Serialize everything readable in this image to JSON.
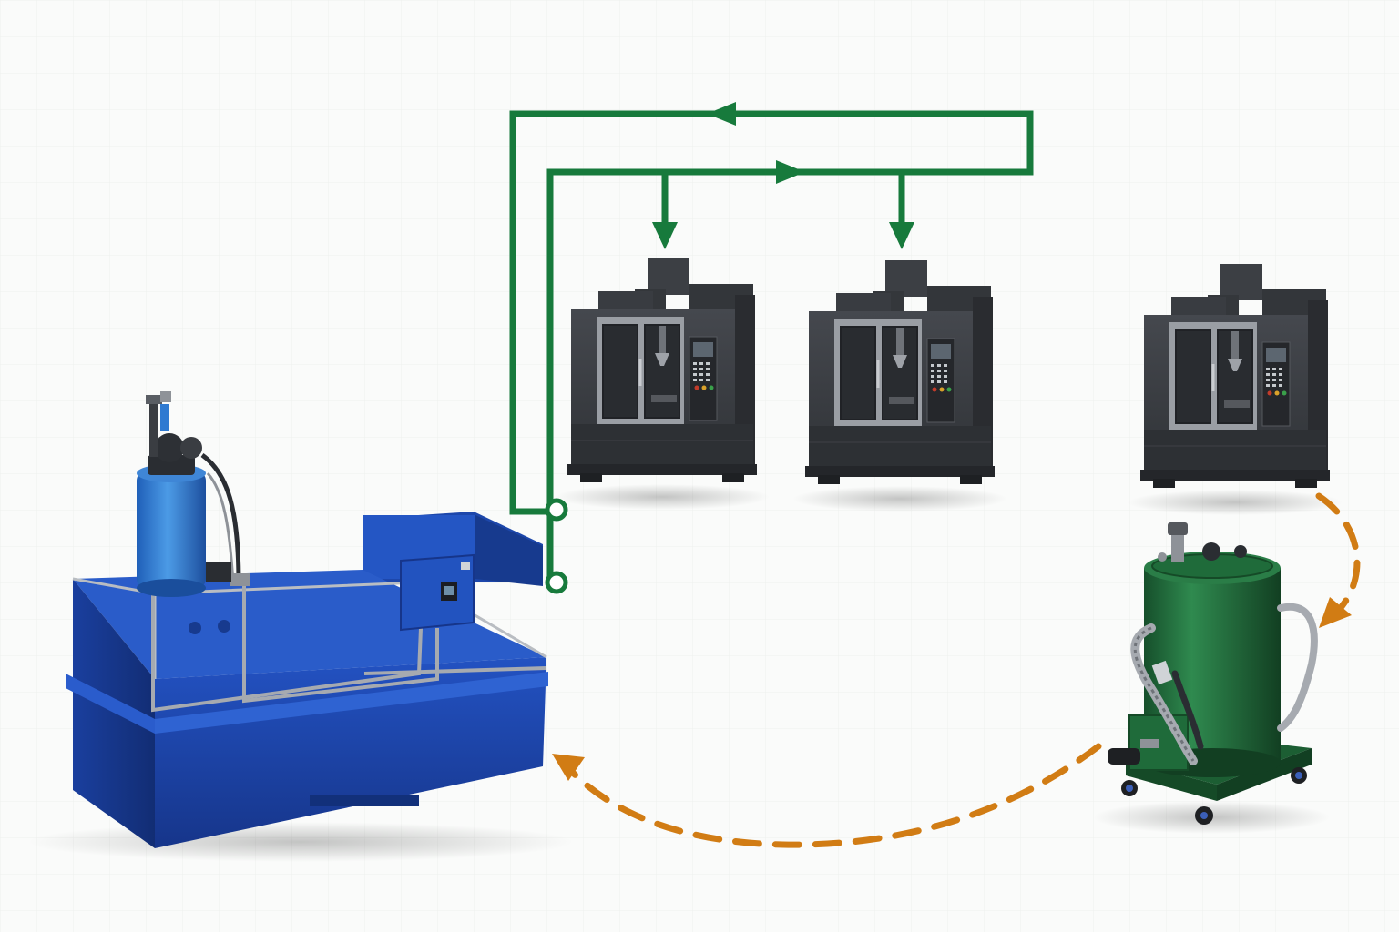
{
  "diagram": {
    "nodes": [
      {
        "id": "central-coolant-tank",
        "kind": "tank"
      },
      {
        "id": "machining-center-1",
        "kind": "cnc-machine"
      },
      {
        "id": "machining-center-2",
        "kind": "cnc-machine"
      },
      {
        "id": "machining-center-3",
        "kind": "cnc-machine"
      },
      {
        "id": "mobile-coolant-cart",
        "kind": "cart"
      }
    ],
    "edges": [
      {
        "from": "central-coolant-tank",
        "to": "machining-center-1",
        "style": "solid",
        "role": "supply"
      },
      {
        "from": "central-coolant-tank",
        "to": "machining-center-2",
        "style": "solid",
        "role": "supply"
      },
      {
        "from": "machining-center-2",
        "to": "central-coolant-tank",
        "style": "solid",
        "role": "return"
      },
      {
        "from": "machining-center-3",
        "to": "mobile-coolant-cart",
        "style": "dashed",
        "role": "transfer"
      },
      {
        "from": "mobile-coolant-cart",
        "to": "central-coolant-tank",
        "style": "dashed",
        "role": "transfer"
      }
    ]
  },
  "colors": {
    "supply_line": "#177a3c",
    "transfer_line": "#d17c14",
    "tank_blue": "#1c44a6",
    "machine_body": "#3a3d42",
    "cart_green": "#1f6b3a"
  },
  "icons": {
    "machine": "cnc-machining-center-icon",
    "tank": "coolant-tank-icon",
    "cart": "mobile-coolant-cart-icon",
    "arrow": "arrowhead-icon"
  }
}
